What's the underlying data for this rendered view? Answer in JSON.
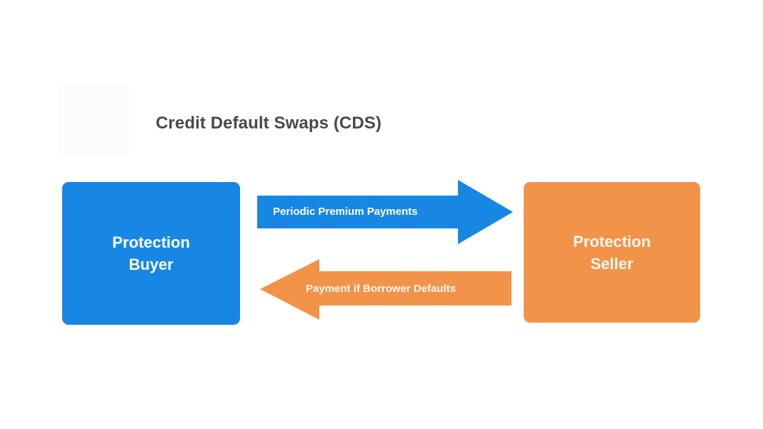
{
  "diagram": {
    "title": "Credit Default Swaps (CDS)",
    "type": "flow-diagram",
    "background_color": "#ffffff",
    "title_color": "#4a4a4a",
    "placeholder_color": "#fcfcfc",
    "parties": {
      "buyer": {
        "label": "Protection\nBuyer",
        "color": "#1887e4",
        "text_color": "#ffffff"
      },
      "seller": {
        "label": "Protection\nSeller",
        "color": "#f2934a",
        "text_color": "#fdf8f2"
      }
    },
    "flows": {
      "premium": {
        "label": "Periodic Premium Payments",
        "direction": "right",
        "color": "#1887e4",
        "text_color": "#ffffff"
      },
      "payout": {
        "label": "Payment if Borrower Defaults",
        "direction": "left",
        "color": "#f2934a",
        "text_color": "#fdf8f2"
      }
    }
  }
}
